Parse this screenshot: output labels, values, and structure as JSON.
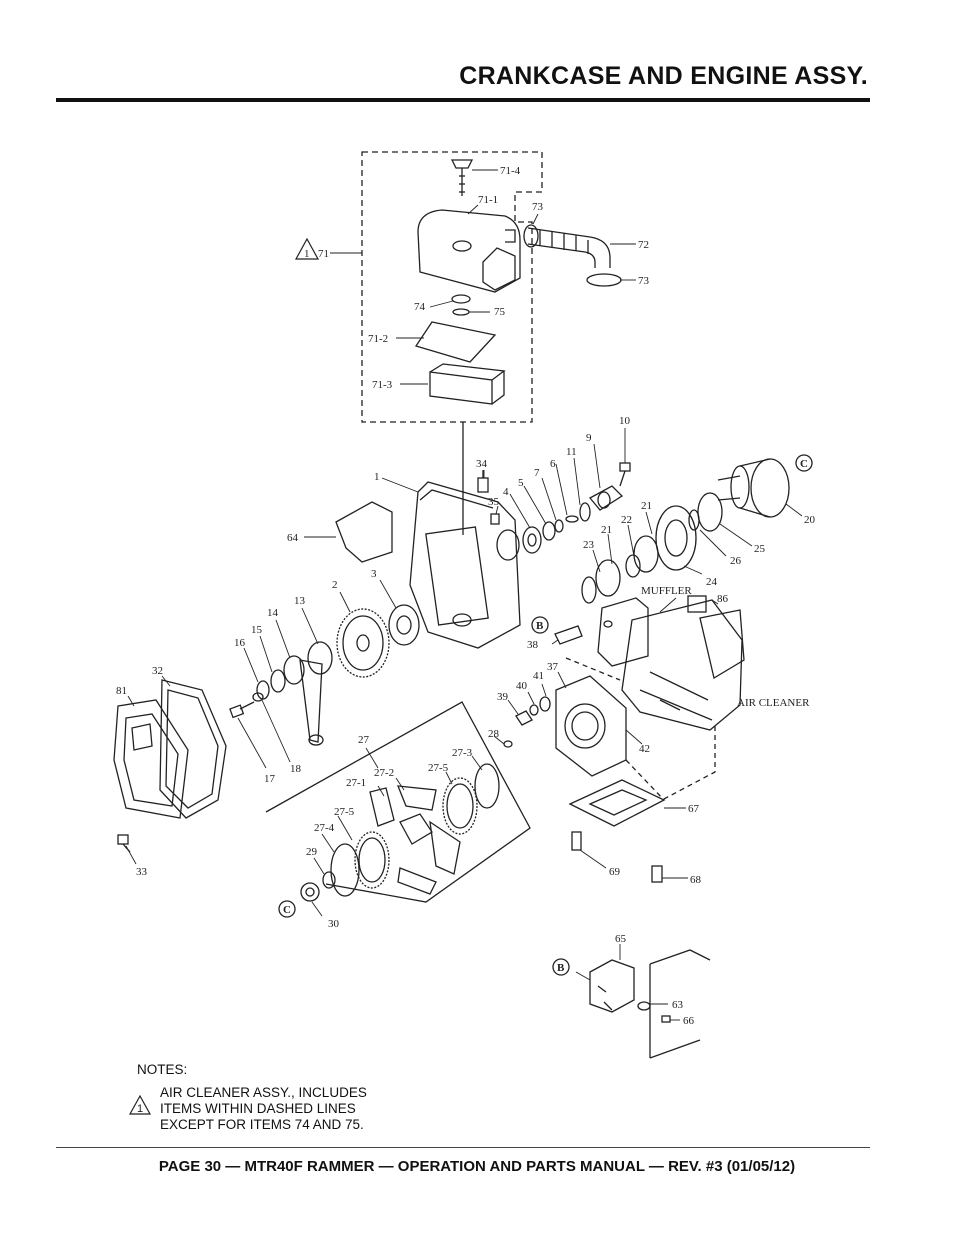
{
  "header": {
    "title": "CRANKCASE AND ENGINE ASSY."
  },
  "diagram": {
    "callouts": [
      "71-4",
      "71-1",
      "73",
      "72",
      "73",
      "71",
      "74",
      "75",
      "71-2",
      "71-3",
      "10",
      "9",
      "11",
      "6",
      "7",
      "5",
      "34",
      "4",
      "35",
      "1",
      "64",
      "21",
      "22",
      "21",
      "23",
      "24",
      "26",
      "25",
      "20",
      "3",
      "2",
      "13",
      "14",
      "15",
      "16",
      "32",
      "81",
      "17",
      "18",
      "38",
      "40",
      "41",
      "39",
      "37",
      "42",
      "86",
      "MUFFLER",
      "AIR CLEANER",
      "27",
      "28",
      "27-3",
      "27-1",
      "27-2",
      "27-5",
      "27-5",
      "27-4",
      "29",
      "30",
      "33",
      "67",
      "69",
      "68",
      "65",
      "63",
      "66"
    ],
    "markers": [
      "C",
      "B",
      "B",
      "C"
    ],
    "note_flag": "1"
  },
  "notes": {
    "heading": "NOTES:",
    "lines": [
      "AIR CLEANER ASSY., INCLUDES",
      "ITEMS WITHIN DASHED LINES",
      "EXCEPT FOR ITEMS 74 AND 75."
    ]
  },
  "footer": {
    "text": "PAGE 30 — MTR40F RAMMER — OPERATION AND PARTS MANUAL — REV. #3 (01/05/12)"
  }
}
